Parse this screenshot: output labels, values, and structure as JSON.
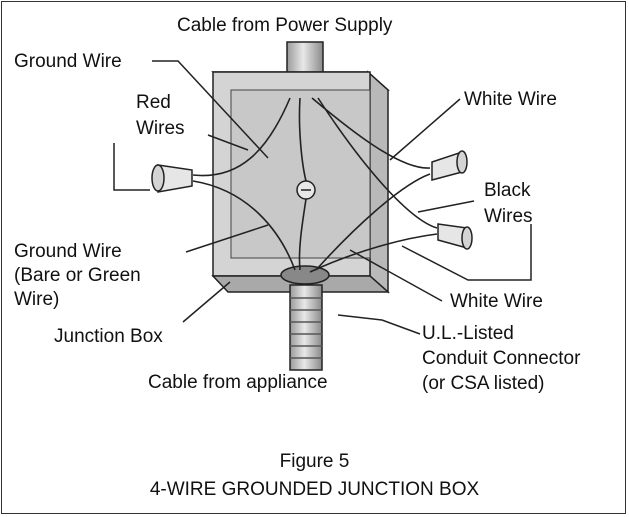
{
  "labels": {
    "cable_power": "Cable from Power Supply",
    "ground_wire_top": "Ground Wire",
    "red_wires_1": "Red",
    "red_wires_2": "Wires",
    "white_wire_top": "White Wire",
    "black_wires_1": "Black",
    "black_wires_2": "Wires",
    "ground_wire_bottom_1": "Ground Wire",
    "ground_wire_bottom_2": "(Bare or Green",
    "ground_wire_bottom_3": "Wire)",
    "white_wire_bottom": "White Wire",
    "junction_box": "Junction Box",
    "conduit_1": "U.L.-Listed",
    "conduit_2": "Conduit Connector",
    "conduit_3": "(or CSA listed)",
    "cable_appliance": "Cable from appliance"
  },
  "figure": {
    "number": "Figure 5",
    "title": "4-WIRE GROUNDED JUNCTION BOX"
  },
  "colors": {
    "box_face": "#d4d4d4",
    "box_side": "#b9b9b9",
    "box_top": "#e6e6e6",
    "line": "#222222"
  }
}
